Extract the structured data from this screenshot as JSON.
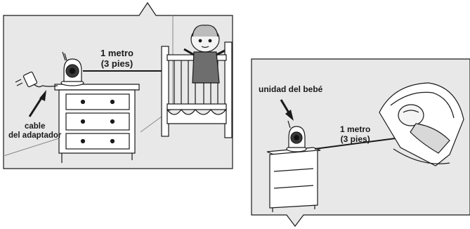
{
  "panel_left": {
    "distance_label": [
      "1 metro",
      "(3 pies)"
    ],
    "cable_label": [
      "cable",
      "del adaptador"
    ]
  },
  "panel_right": {
    "baby_unit_label": "unidad del bebé",
    "distance_label": [
      "1 metro",
      "(3 pies)"
    ]
  },
  "colors": {
    "panel_fill": "#e8e8e8",
    "line": "#1a1a1a",
    "white": "#ffffff"
  }
}
